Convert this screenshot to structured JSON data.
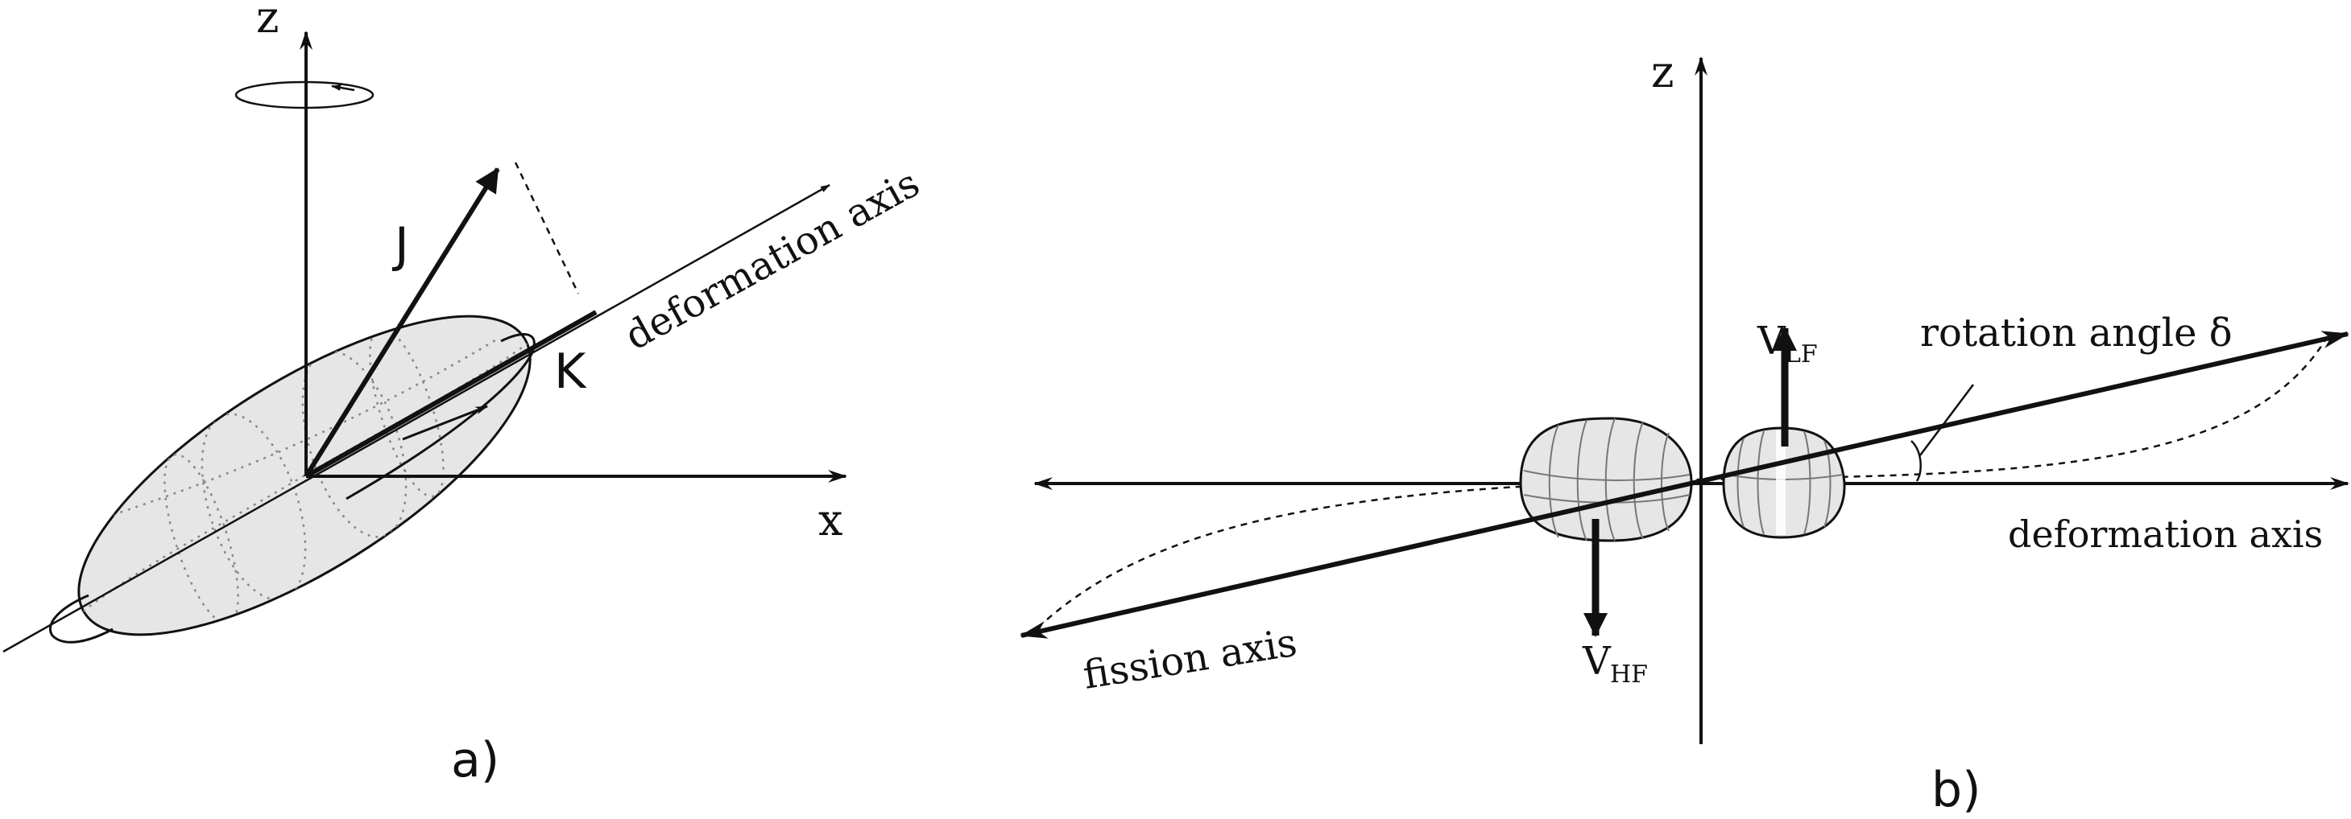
{
  "panel_a": {
    "caption": "a)",
    "z_label": "z",
    "x_label": "x",
    "J_label": "J",
    "K_label": "K",
    "deformation_axis_label": "deformation axis"
  },
  "panel_b": {
    "caption": "b)",
    "z_label": "z",
    "deformation_axis_label": "deformation axis",
    "fission_axis_label": "fission axis",
    "rotation_label": "rotation angle δ",
    "v_lf_main": "V",
    "v_lf_sub": "LF",
    "v_hf_main": "V",
    "v_hf_sub": "HF"
  },
  "colors": {
    "ink": "#111111",
    "nucleus_fill": "#e6e6e6",
    "dotted_line": "#777777"
  }
}
